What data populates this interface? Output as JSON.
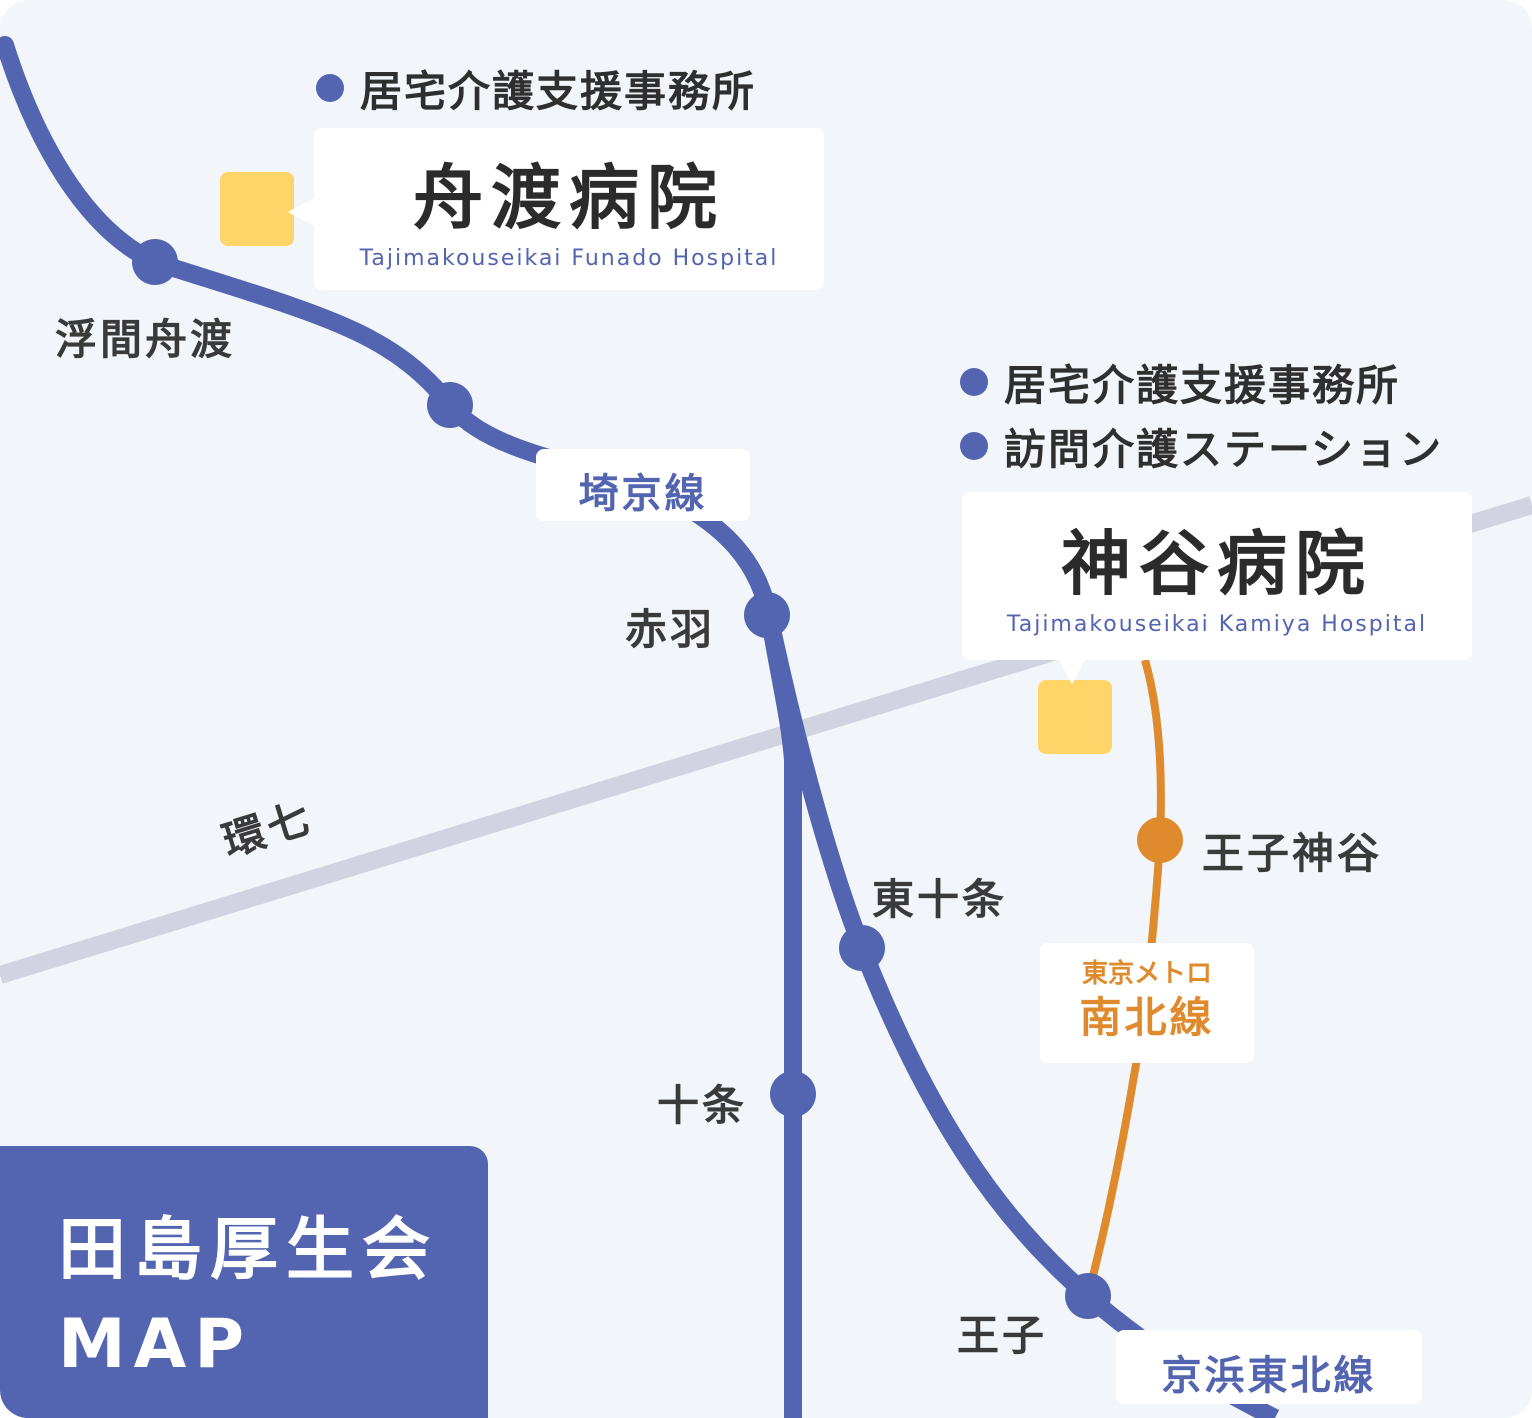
{
  "map_title": {
    "line1": "田島厚生会",
    "line2": "MAP"
  },
  "roads": [
    {
      "name": "環七"
    }
  ],
  "lines": [
    {
      "name": "埼京線",
      "color": "#5364b0"
    },
    {
      "name": "京浜東北線",
      "color": "#5364b0"
    },
    {
      "name": "南北線",
      "operator": "東京メトロ",
      "color": "#e08a2e"
    }
  ],
  "stations": {
    "ukima_funado": "浮間舟渡",
    "akabane": "赤羽",
    "jujo": "十条",
    "higashi_jujo": "東十条",
    "oji": "王子",
    "oji_kamiya": "王子神谷"
  },
  "facilities": [
    {
      "name": "舟渡病院",
      "name_en": "Tajimakouseikai Funado Hospital",
      "services": [
        "居宅介護支援事務所"
      ]
    },
    {
      "name": "神谷病院",
      "name_en": "Tajimakouseikai Kamiya Hospital",
      "services": [
        "居宅介護支援事務所",
        "訪問介護ステーション"
      ]
    }
  ],
  "colors": {
    "background": "#f2f6fa",
    "jr_line": "#5364b0",
    "metro_line": "#e08a2e",
    "road": "#d1d3e0",
    "hospital_marker": "#ffd56a"
  }
}
